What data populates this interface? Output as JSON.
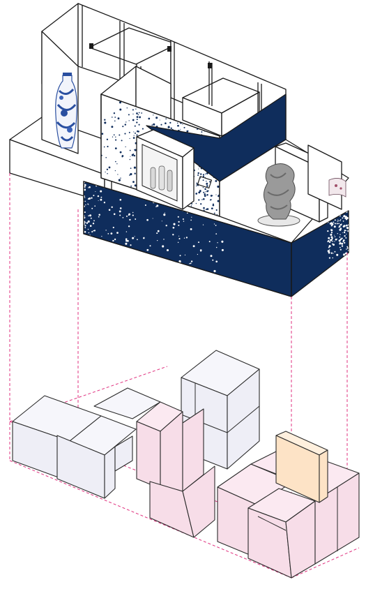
{
  "diagram": {
    "kind": "exploded-axonometric",
    "colors": {
      "line": "#1a1a1a",
      "navy": "#0f2d5c",
      "guide": "#e0317f",
      "module_grey": "#eeeef6",
      "module_pink": "#f7dde8",
      "module_orange": "#fde3c6",
      "vase_blue": "#2a4fa0",
      "sculpture_grey": "#9a9a9a"
    },
    "upper_assembly": {
      "exhibits": [
        "blue-white-vase",
        "white-figurines",
        "grey-sculpture",
        "cushion-object"
      ]
    },
    "lower_assembly": {
      "module_groups": [
        "grey-modules",
        "pink-modules",
        "orange-module"
      ]
    }
  }
}
